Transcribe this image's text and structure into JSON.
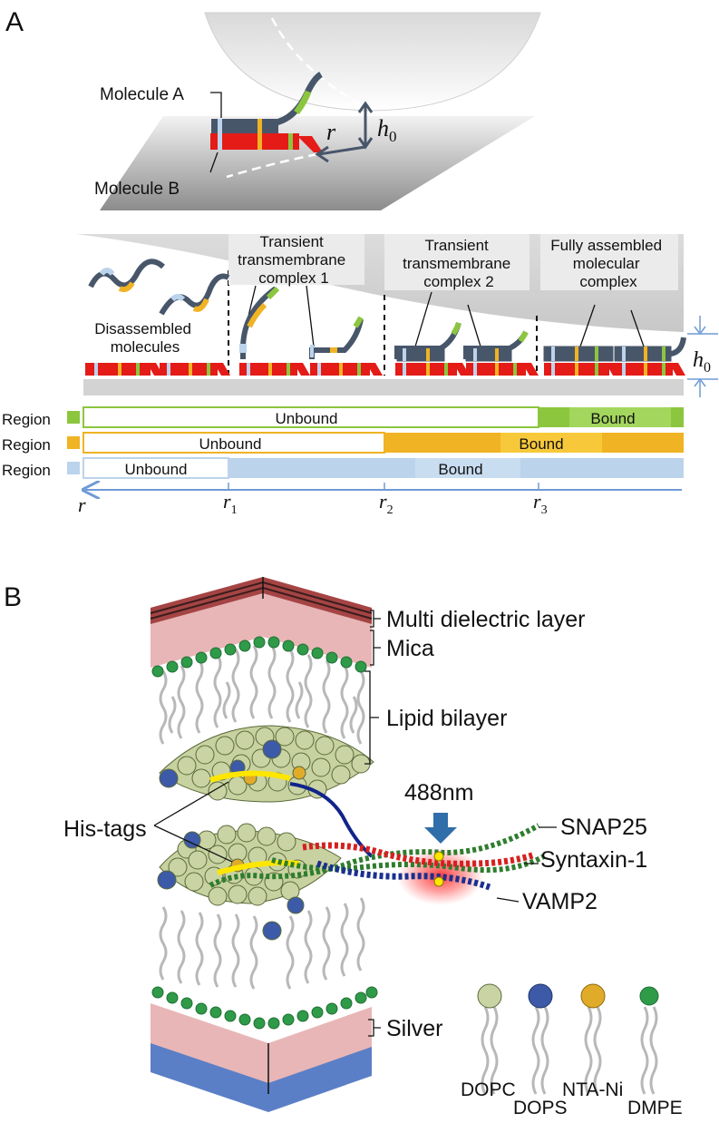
{
  "panels": {
    "a": "A",
    "b": "B"
  },
  "panel_a": {
    "molecule_a": "Molecule A",
    "molecule_b": "Molecule B",
    "r_symbol": "r",
    "h_symbol": "h",
    "h_sub": "0",
    "stages": {
      "disassembled_line1": "Disassembled",
      "disassembled_line2": "molecules",
      "complex1_line1": "Transient",
      "complex1_line2": "transmembrane",
      "complex1_line3": "complex 1",
      "complex2_line1": "Transient",
      "complex2_line2": "transmembrane",
      "complex2_line3": "complex 2",
      "full_line1": "Fully assembled",
      "full_line2": "molecular",
      "full_line3": "complex"
    },
    "regions": [
      {
        "label": "Region",
        "color": "#8cc63f",
        "unbound": "Unbound",
        "bound": "Bound",
        "boundary": "r3"
      },
      {
        "label": "Region",
        "color": "#f0b323",
        "unbound": "Unbound",
        "bound": "Bound",
        "boundary": "r2"
      },
      {
        "label": "Region",
        "color": "#bcd3ec",
        "unbound": "Unbound",
        "bound": "Bound",
        "boundary": "r1"
      }
    ],
    "axis": {
      "r": "r",
      "r1": "r",
      "r1_sub": "1",
      "r2": "r",
      "r2_sub": "2",
      "r3": "r",
      "r3_sub": "3"
    }
  },
  "panel_b": {
    "layers": {
      "multi": "Multi dielectric layer",
      "mica": "Mica",
      "lipid": "Lipid bilayer",
      "silver": "Silver"
    },
    "his_tags": "His-tags",
    "laser": "488nm",
    "proteins": {
      "snap25": "SNAP25",
      "syntaxin": "Syntaxin-1",
      "vamp2": "VAMP2"
    },
    "legend": {
      "dopc": "DOPC",
      "dops": "DOPS",
      "nta": "NTA-Ni",
      "dmpe": "DMPE"
    }
  },
  "colors": {
    "green_region": "#8cc63f",
    "orange_region": "#f0b323",
    "blue_region": "#bcd3ec",
    "molecule_b_red": "#e41b17",
    "molecule_a_slate": "#48566a",
    "axis_blue": "#6f9ad6",
    "arrow_blue": "#2f6ea8"
  }
}
